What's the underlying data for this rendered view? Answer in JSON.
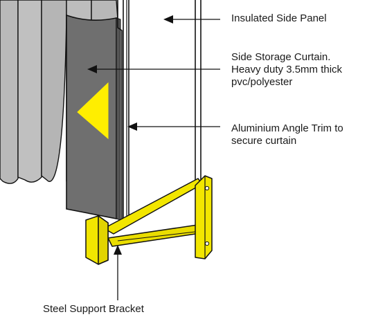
{
  "labels": {
    "panel": "Insulated Side Panel",
    "curtain": {
      "line1": "Side Storage Curtain.",
      "line2": "Heavy duty 3.5mm thick",
      "line3": "pvc/polyester"
    },
    "trim": {
      "line1": "Aluminium Angle Trim to",
      "line2": "secure curtain"
    },
    "bracket": "Steel Support Bracket"
  },
  "colors": {
    "curtain_folds": "#b9b9b9",
    "curtain_front": "#6f6f6f",
    "warning_triangle": "#ffee00",
    "bracket": "#f2e600",
    "outline": "#111111",
    "panel": "#ffffff"
  }
}
